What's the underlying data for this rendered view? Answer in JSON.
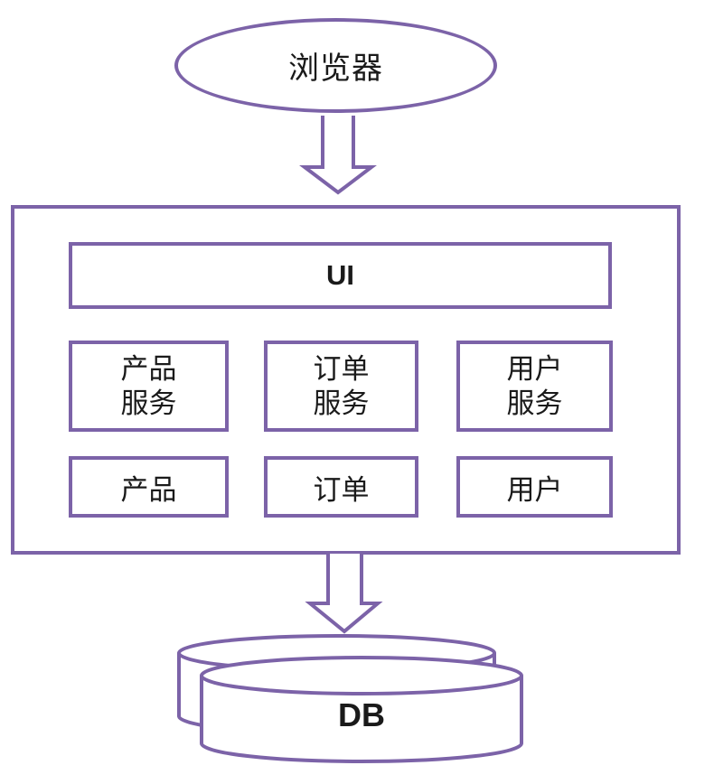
{
  "title": "Monolithic web application architecture diagram",
  "browser": {
    "label": "浏览器"
  },
  "monolith": {
    "ui_label": "UI",
    "services": [
      {
        "label": "产品\n服务"
      },
      {
        "label": "订单\n服务"
      },
      {
        "label": "用户\n服务"
      }
    ],
    "modules": [
      {
        "label": "产品"
      },
      {
        "label": "订单"
      },
      {
        "label": "用户"
      }
    ]
  },
  "database": {
    "label": "DB"
  },
  "colors": {
    "stroke": "#7C63A8",
    "text": "#1a1a1a",
    "background": "#ffffff"
  }
}
